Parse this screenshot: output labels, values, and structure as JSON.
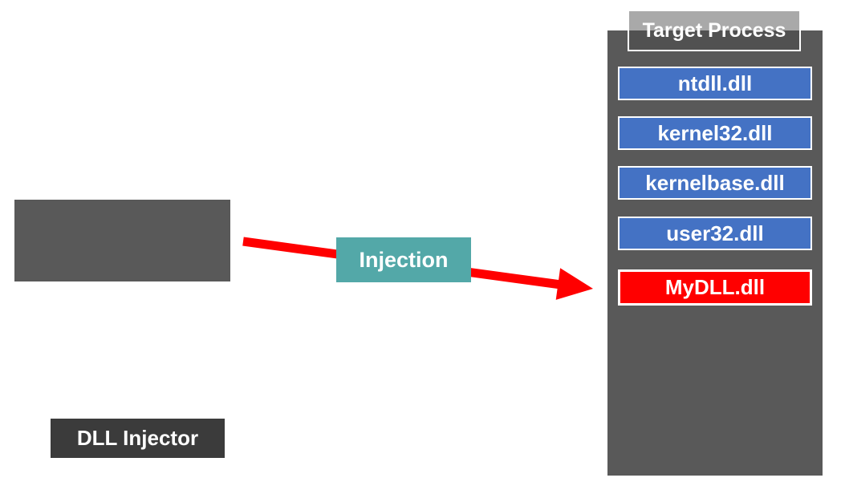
{
  "injector": {
    "label": "DLL Injector"
  },
  "arrow": {
    "label": "Injection"
  },
  "target": {
    "title": "Target Process",
    "modules": [
      {
        "label": "ntdll.dll",
        "kind": "system-dll"
      },
      {
        "label": "kernel32.dll",
        "kind": "system-dll"
      },
      {
        "label": "kernelbase.dll",
        "kind": "system-dll"
      },
      {
        "label": "user32.dll",
        "kind": "system-dll"
      },
      {
        "label": "MyDLL.dll",
        "kind": "injected-dll"
      }
    ]
  },
  "colors": {
    "canvas-bg": "#FFFFFF",
    "process-gray": "#595959",
    "injector-fill": "#3B3B3B",
    "module-blue": "#4472C4",
    "injected-red": "#FF0000",
    "arrow-red": "#FF0000",
    "injection-teal": "#53A8A8",
    "header-overlay": "rgba(72,72,72,0.47)",
    "border-white": "#FFFFFF"
  }
}
